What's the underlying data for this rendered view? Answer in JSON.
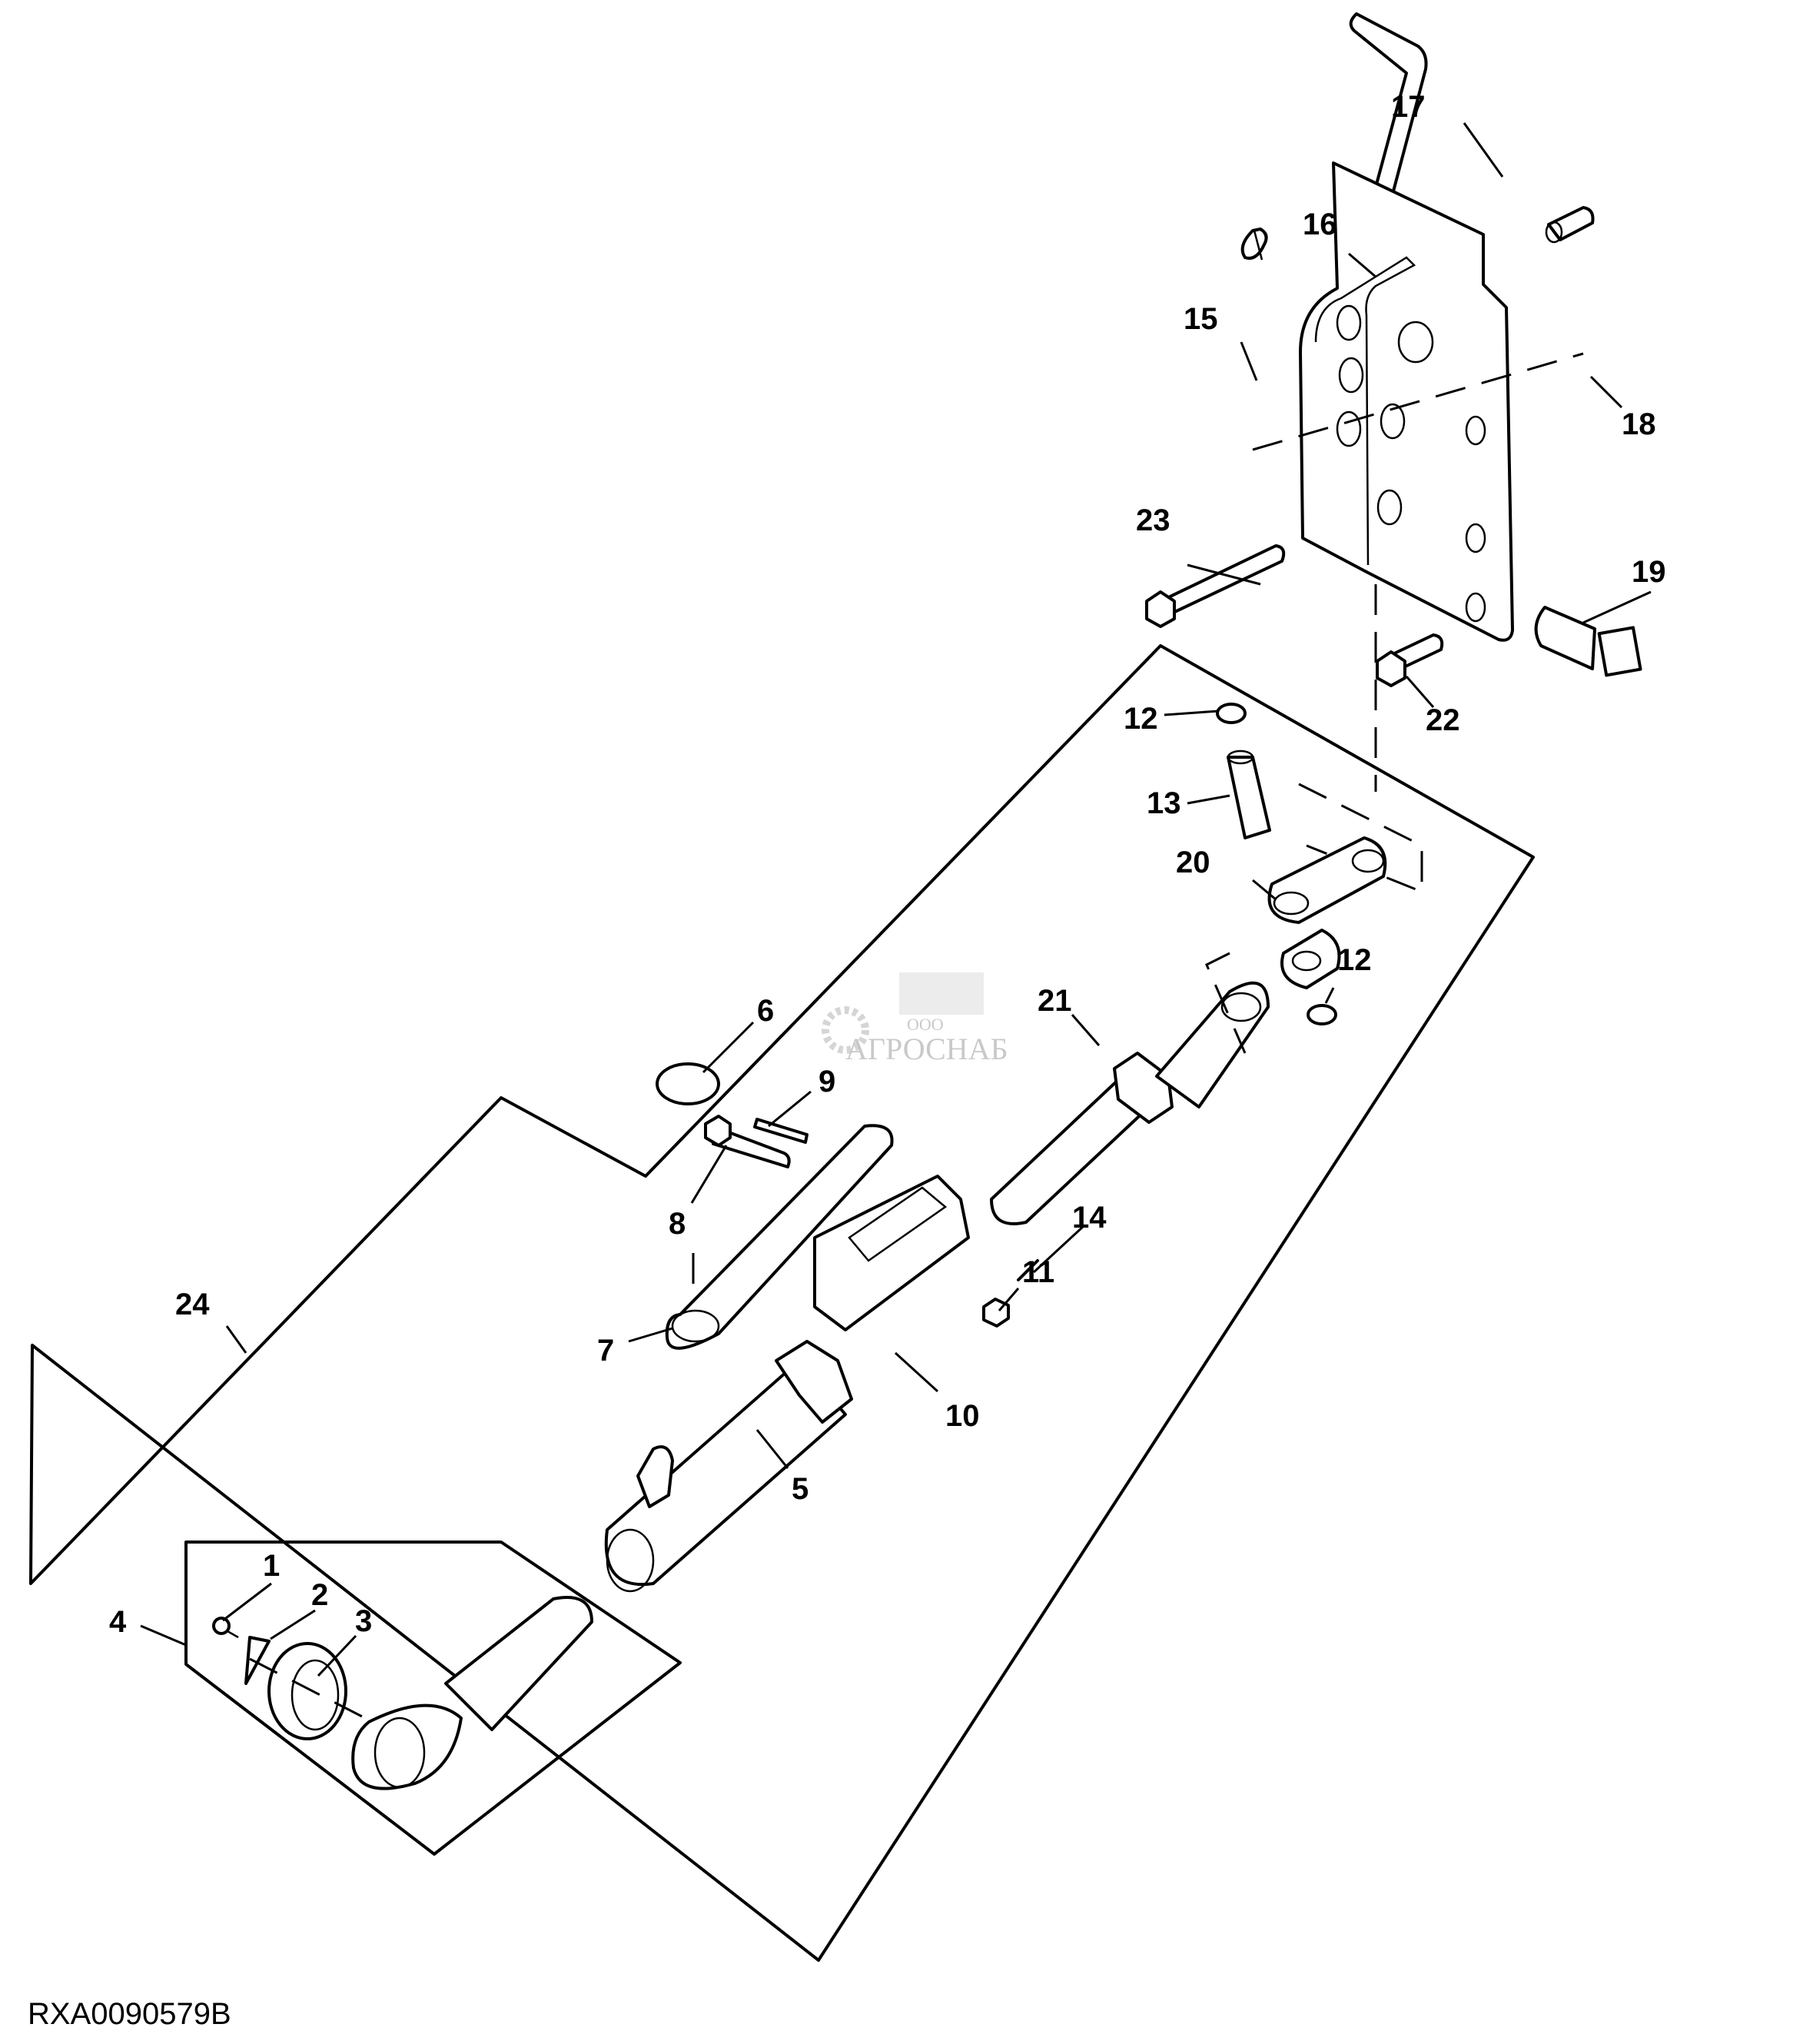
{
  "figure_id": "RXA0090579B",
  "watermark": {
    "company_prefix": "ООО",
    "company_name": "АГРОСНАБ"
  },
  "callouts": {
    "c1": "1",
    "c2": "2",
    "c3": "3",
    "c4": "4",
    "c5": "5",
    "c6": "6",
    "c7": "7",
    "c8": "8",
    "c9": "9",
    "c10": "10",
    "c11": "11",
    "c12a": "12",
    "c12b": "12",
    "c13": "13",
    "c14": "14",
    "c15": "15",
    "c16": "16",
    "c17": "17",
    "c18": "18",
    "c19": "19",
    "c20": "20",
    "c21": "21",
    "c22": "22",
    "c23": "23",
    "c24": "24"
  }
}
